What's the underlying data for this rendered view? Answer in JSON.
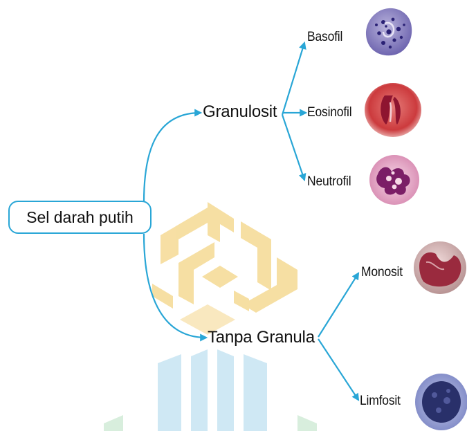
{
  "diagram": {
    "root": {
      "label": "Sel darah putih"
    },
    "branches": [
      {
        "id": "granulosit",
        "label": "Granulosit",
        "children": [
          {
            "id": "basofil",
            "label": "Basofil",
            "image": "basophil-cell-micrograph"
          },
          {
            "id": "eosinofil",
            "label": "Eosinofil",
            "image": "eosinophil-cell-micrograph"
          },
          {
            "id": "neutrofil",
            "label": "Neutrofil",
            "image": "neutrophil-cell-micrograph"
          }
        ]
      },
      {
        "id": "tanpa-granula",
        "label": "Tanpa Granula",
        "children": [
          {
            "id": "monosit",
            "label": "Monosit",
            "image": "monocyte-cell-micrograph"
          },
          {
            "id": "limfosit",
            "label": "Limfosit",
            "image": "lymphocyte-cell-micrograph"
          }
        ]
      }
    ]
  },
  "colors": {
    "arrow": "#29a6d6",
    "box_border": "#29a6d6",
    "watermark_gold": "#f6dc9a",
    "watermark_blue": "#cfe8f4"
  }
}
